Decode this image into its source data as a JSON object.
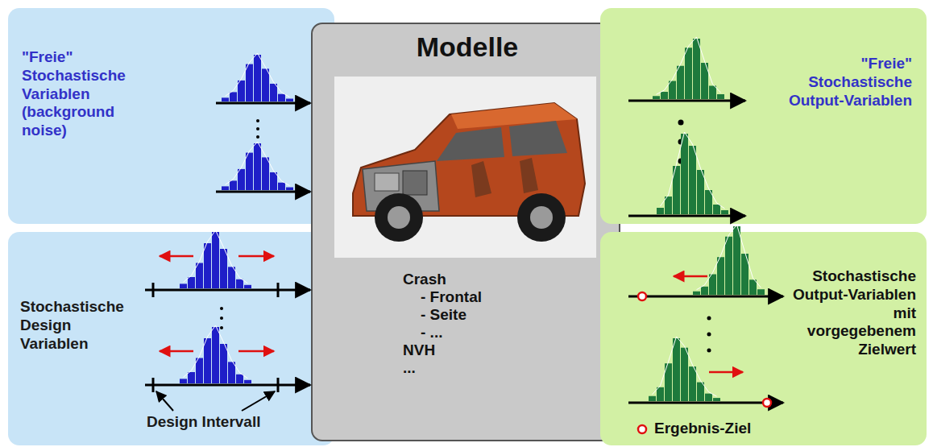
{
  "diagram": {
    "nodes": [
      {
        "text": [
          "\"Freie\" Stochastische Variablen (background noise)"
        ]
      },
      {
        "text": [
          "Stochastische Design Variablen",
          "Design Intervall"
        ]
      },
      {
        "text": [
          "Modelle",
          "Crash",
          "- Frontal",
          "- Seite",
          "- ...",
          "NVH",
          "..."
        ]
      },
      {
        "text": [
          "\"Freie\" Stochastische Output-Variablen"
        ]
      },
      {
        "text": [
          "Stochastische Output-Variablen mit vorgegebenem Zielwert"
        ]
      }
    ],
    "edges": [],
    "legend": [
      {
        "text": "Ergebnis-Ziel"
      }
    ]
  }
}
